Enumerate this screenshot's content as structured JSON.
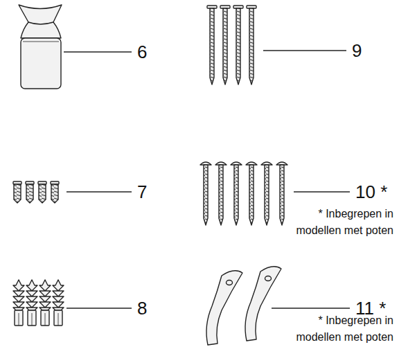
{
  "diagram": {
    "labels": [
      "6",
      "9",
      "7",
      "10 *",
      "* Inbegrepen in modellen met poten",
      "8",
      "11 *",
      "* Inbegrepen in modellen met poten"
    ]
  }
}
